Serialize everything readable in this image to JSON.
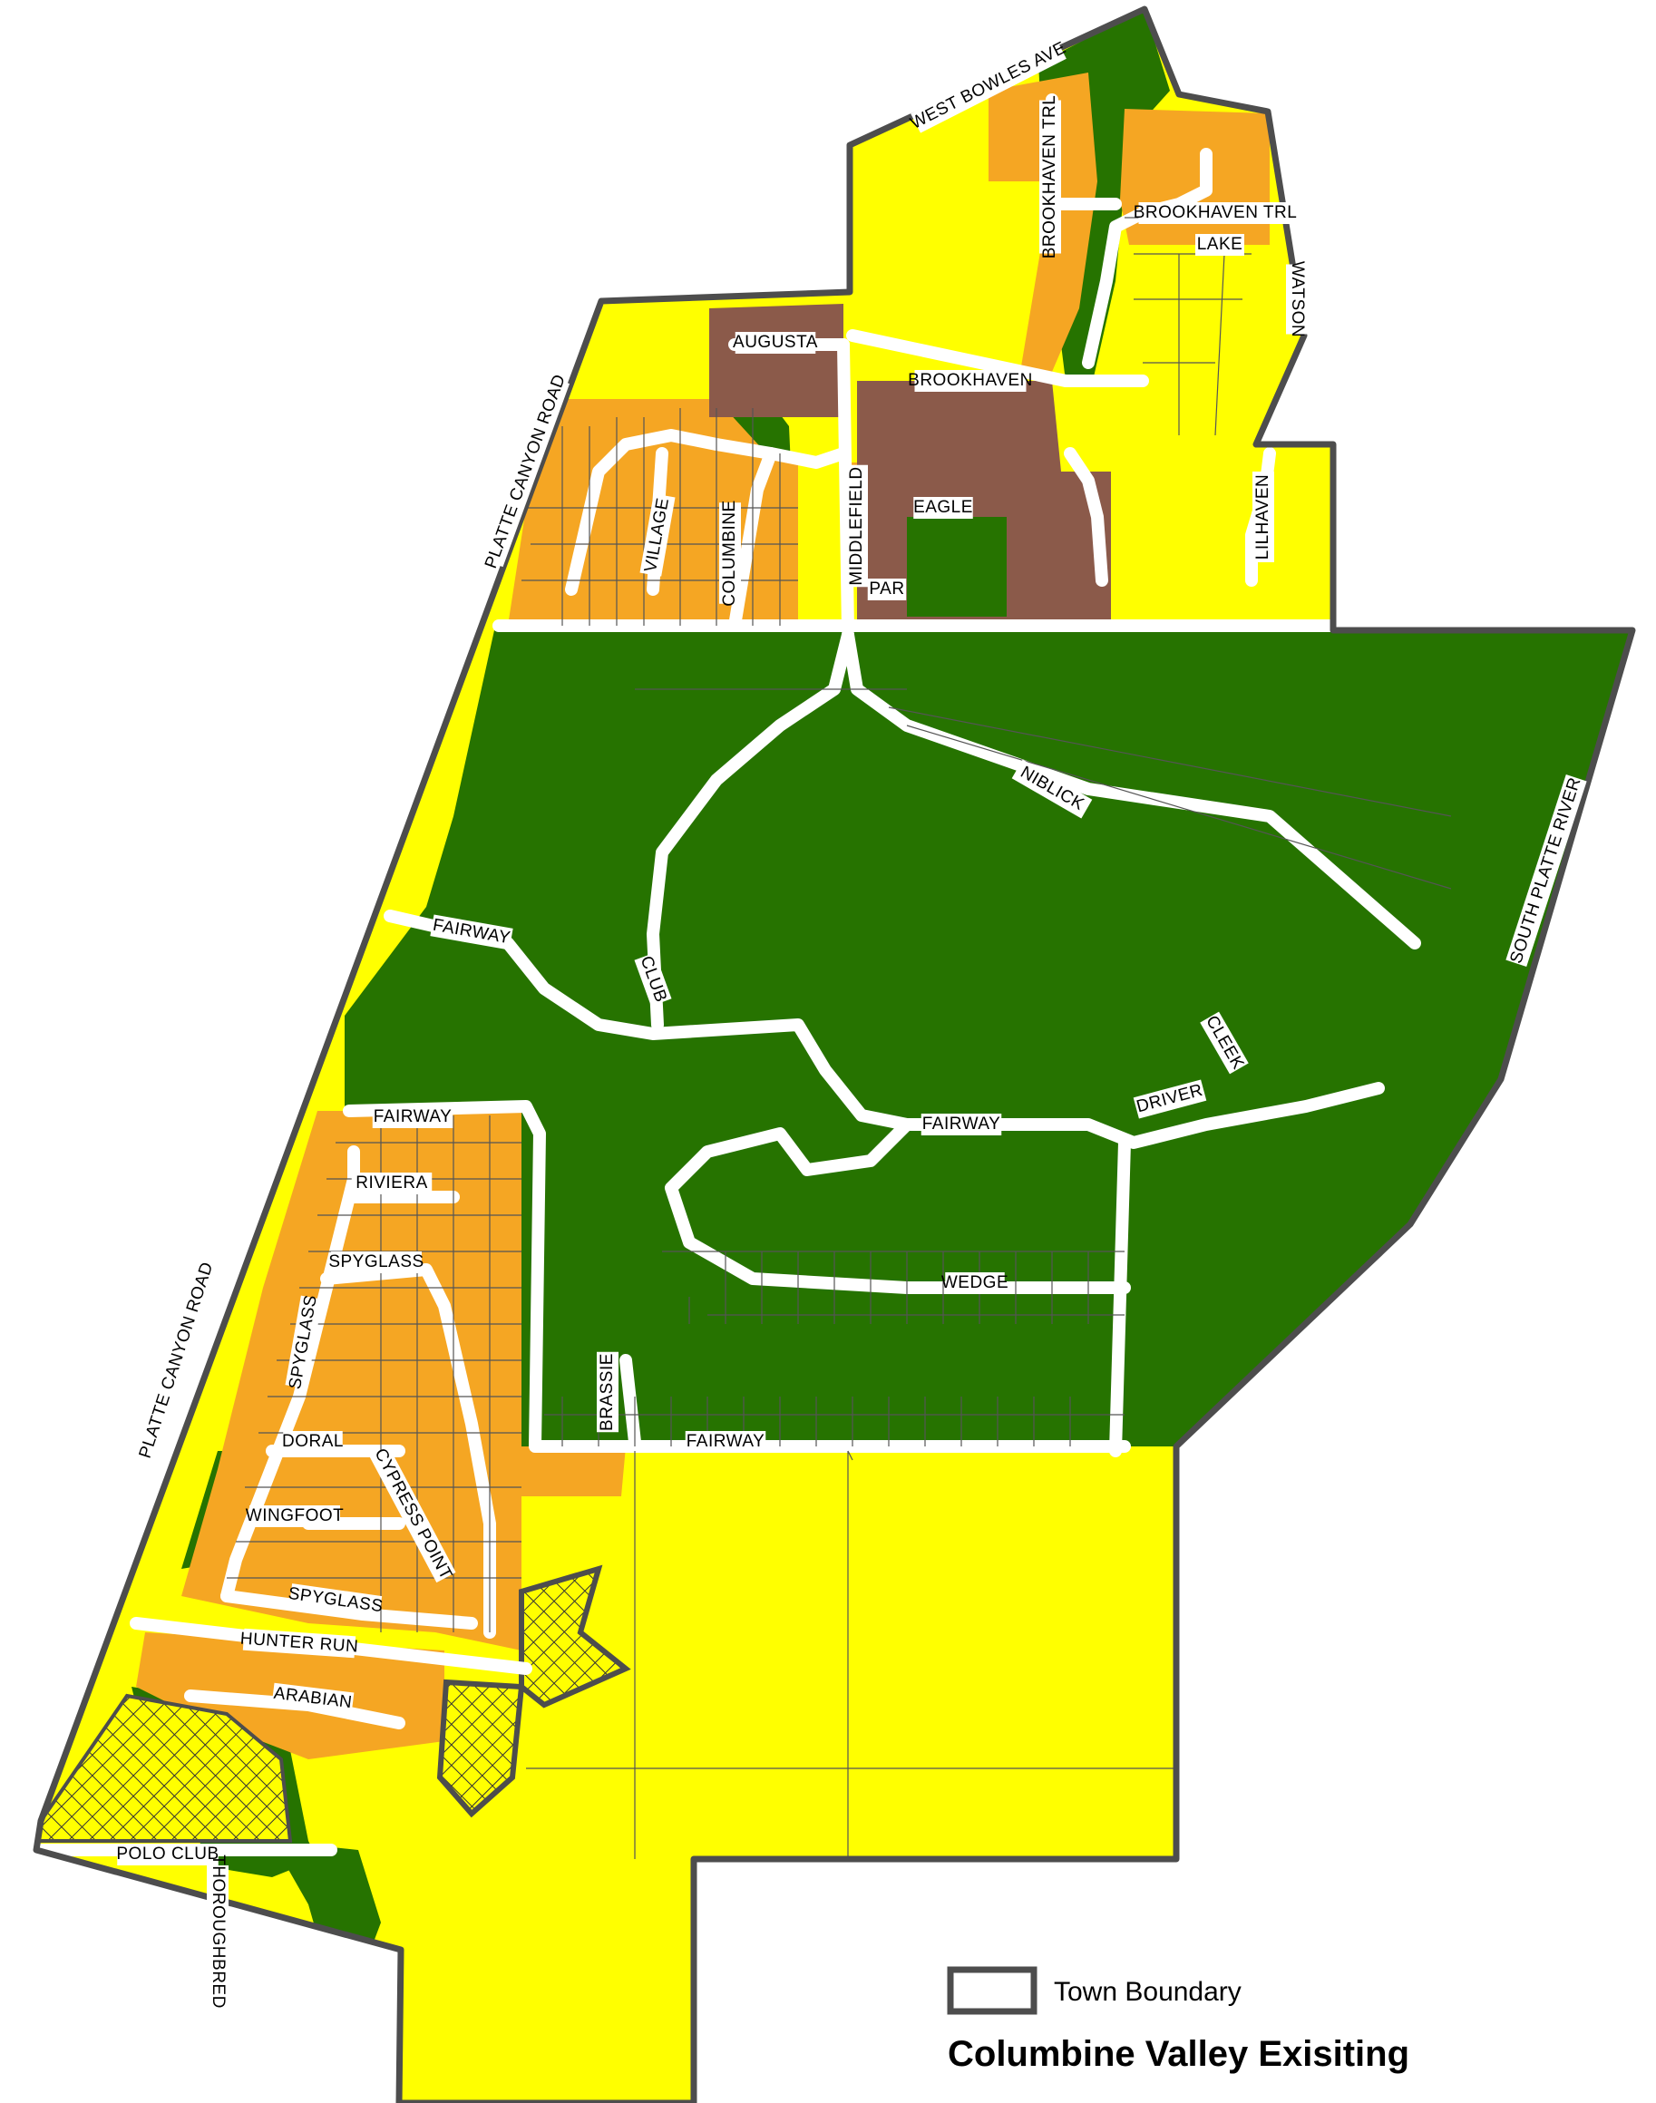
{
  "colors": {
    "open_space": "#267300",
    "residential_low": "#ffff00",
    "residential_medium": "#f5a623",
    "residential_high": "#8b5a4a",
    "road": "#ffffff",
    "boundary": "#4d4d4d",
    "lot_line": "#555555"
  },
  "street_labels": [
    {
      "id": "west-bowles-ave",
      "text": "WEST BOWLES AVE"
    },
    {
      "id": "brookhaven-trl-1",
      "text": "BROOKHAVEN TRL"
    },
    {
      "id": "brookhaven-trl-2",
      "text": "BROOKHAVEN TRL"
    },
    {
      "id": "lake",
      "text": "LAKE"
    },
    {
      "id": "watson",
      "text": "WATSON"
    },
    {
      "id": "augusta",
      "text": "AUGUSTA"
    },
    {
      "id": "brookhaven",
      "text": "BROOKHAVEN"
    },
    {
      "id": "platte-canyon-road-1",
      "text": "PLATTE CANYON ROAD"
    },
    {
      "id": "village",
      "text": "VILLAGE"
    },
    {
      "id": "columbine",
      "text": "COLUMBINE"
    },
    {
      "id": "middlefield",
      "text": "MIDDLEFIELD"
    },
    {
      "id": "eagle",
      "text": "EAGLE"
    },
    {
      "id": "par",
      "text": "PAR"
    },
    {
      "id": "lilhaven",
      "text": "LILHAVEN"
    },
    {
      "id": "niblick",
      "text": "NIBLICK"
    },
    {
      "id": "south-platte-river",
      "text": "SOUTH PLATTE RIVER"
    },
    {
      "id": "fairway-1",
      "text": "FAIRWAY"
    },
    {
      "id": "club",
      "text": "CLUB"
    },
    {
      "id": "cleek",
      "text": "CLEEK"
    },
    {
      "id": "driver",
      "text": "DRIVER"
    },
    {
      "id": "fairway-2",
      "text": "FAIRWAY"
    },
    {
      "id": "fairway-3",
      "text": "FAIRWAY"
    },
    {
      "id": "riviera",
      "text": "RIVIERA"
    },
    {
      "id": "spyglass-1",
      "text": "SPYGLASS"
    },
    {
      "id": "spyglass-2",
      "text": "SPYGLASS"
    },
    {
      "id": "wedge",
      "text": "WEDGE"
    },
    {
      "id": "platte-canyon-road-2",
      "text": "PLATTE CANYON ROAD"
    },
    {
      "id": "brassie",
      "text": "BRASSIE"
    },
    {
      "id": "doral",
      "text": "DORAL"
    },
    {
      "id": "cypress-point",
      "text": "CYPRESS POINT"
    },
    {
      "id": "fairway-4",
      "text": "FAIRWAY"
    },
    {
      "id": "wingfoot",
      "text": "WINGFOOT"
    },
    {
      "id": "spyglass-3",
      "text": "SPYGLASS"
    },
    {
      "id": "hunter-run",
      "text": "HUNTER RUN"
    },
    {
      "id": "arabian",
      "text": "ARABIAN"
    },
    {
      "id": "polo-club",
      "text": "POLO CLUB"
    },
    {
      "id": "thoroughbred",
      "text": "THOROUGHBRED"
    }
  ],
  "legend": {
    "town_boundary": "Town Boundary"
  },
  "title": {
    "line1": "Columbine Valley Exisiting"
  }
}
